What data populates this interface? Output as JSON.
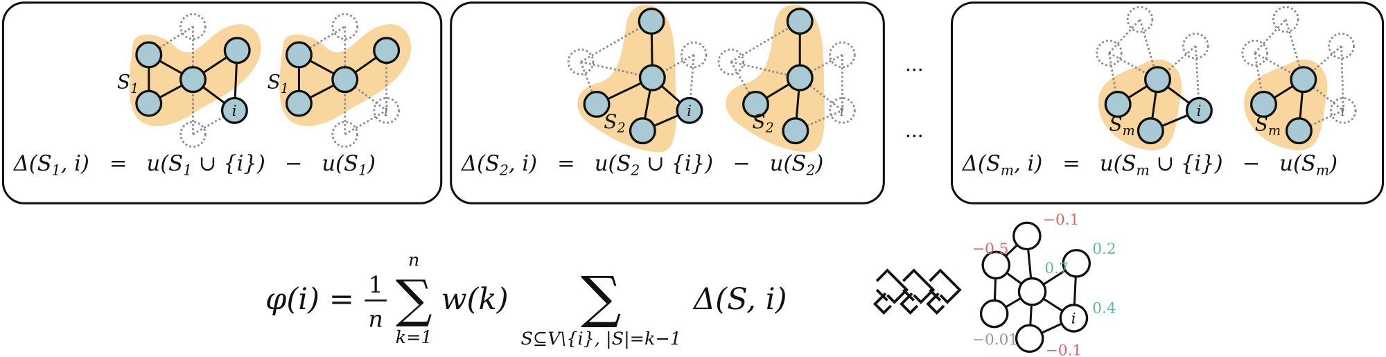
{
  "panels": [
    {
      "set": "S",
      "sub": "1",
      "node_i": "i",
      "lhs_prefix": "Δ(",
      "lhs_suffix": ", i)",
      "equals": "=",
      "union_prefix": "u(",
      "union_suffix": " ∪ {i})",
      "minus": "−",
      "single_prefix": "u(",
      "single_suffix": ")"
    },
    {
      "set": "S",
      "sub": "2",
      "node_i": "i",
      "lhs_prefix": "Δ(",
      "lhs_suffix": ", i)",
      "equals": "=",
      "union_prefix": "u(",
      "union_suffix": " ∪ {i})",
      "minus": "−",
      "single_prefix": "u(",
      "single_suffix": ")"
    },
    {
      "set": "S",
      "sub": "m",
      "node_i": "i",
      "lhs_prefix": "Δ(",
      "lhs_suffix": ", i)",
      "equals": "=",
      "union_prefix": "u(",
      "union_suffix": " ∪ {i})",
      "minus": "−",
      "single_prefix": "u(",
      "single_suffix": ")"
    }
  ],
  "ellipsis": [
    "...",
    "..."
  ],
  "formula": {
    "phi": "φ(i) =",
    "frac_num": "1",
    "frac_den": "n",
    "sigma": "∑",
    "sum_top": "n",
    "sum_bottom": "k=1",
    "weight": "w(k)",
    "sum2_sub": "S⊆V\\{i}, |S|=k−1",
    "delta": "Δ(S, i)"
  },
  "result_graph": {
    "node_i": "i",
    "scores": [
      {
        "node": "top",
        "value": "−0.1",
        "sign": "negative"
      },
      {
        "node": "upper-left",
        "value": "−0.5",
        "sign": "negative"
      },
      {
        "node": "upper-right",
        "value": "0.2",
        "sign": "positive"
      },
      {
        "node": "center",
        "value": "0.7",
        "sign": "positive"
      },
      {
        "node": "i",
        "value": "0.4",
        "sign": "positive"
      },
      {
        "node": "lower-left",
        "value": "−0.01",
        "sign": "neutral"
      },
      {
        "node": "bottom",
        "value": "−0.1",
        "sign": "negative"
      }
    ]
  },
  "colors": {
    "negative": "#e06464",
    "positive": "#5cbf9c",
    "neutral": "#a88f8f",
    "coalition": "#f7cf8c",
    "node": "#a9c9d4"
  }
}
